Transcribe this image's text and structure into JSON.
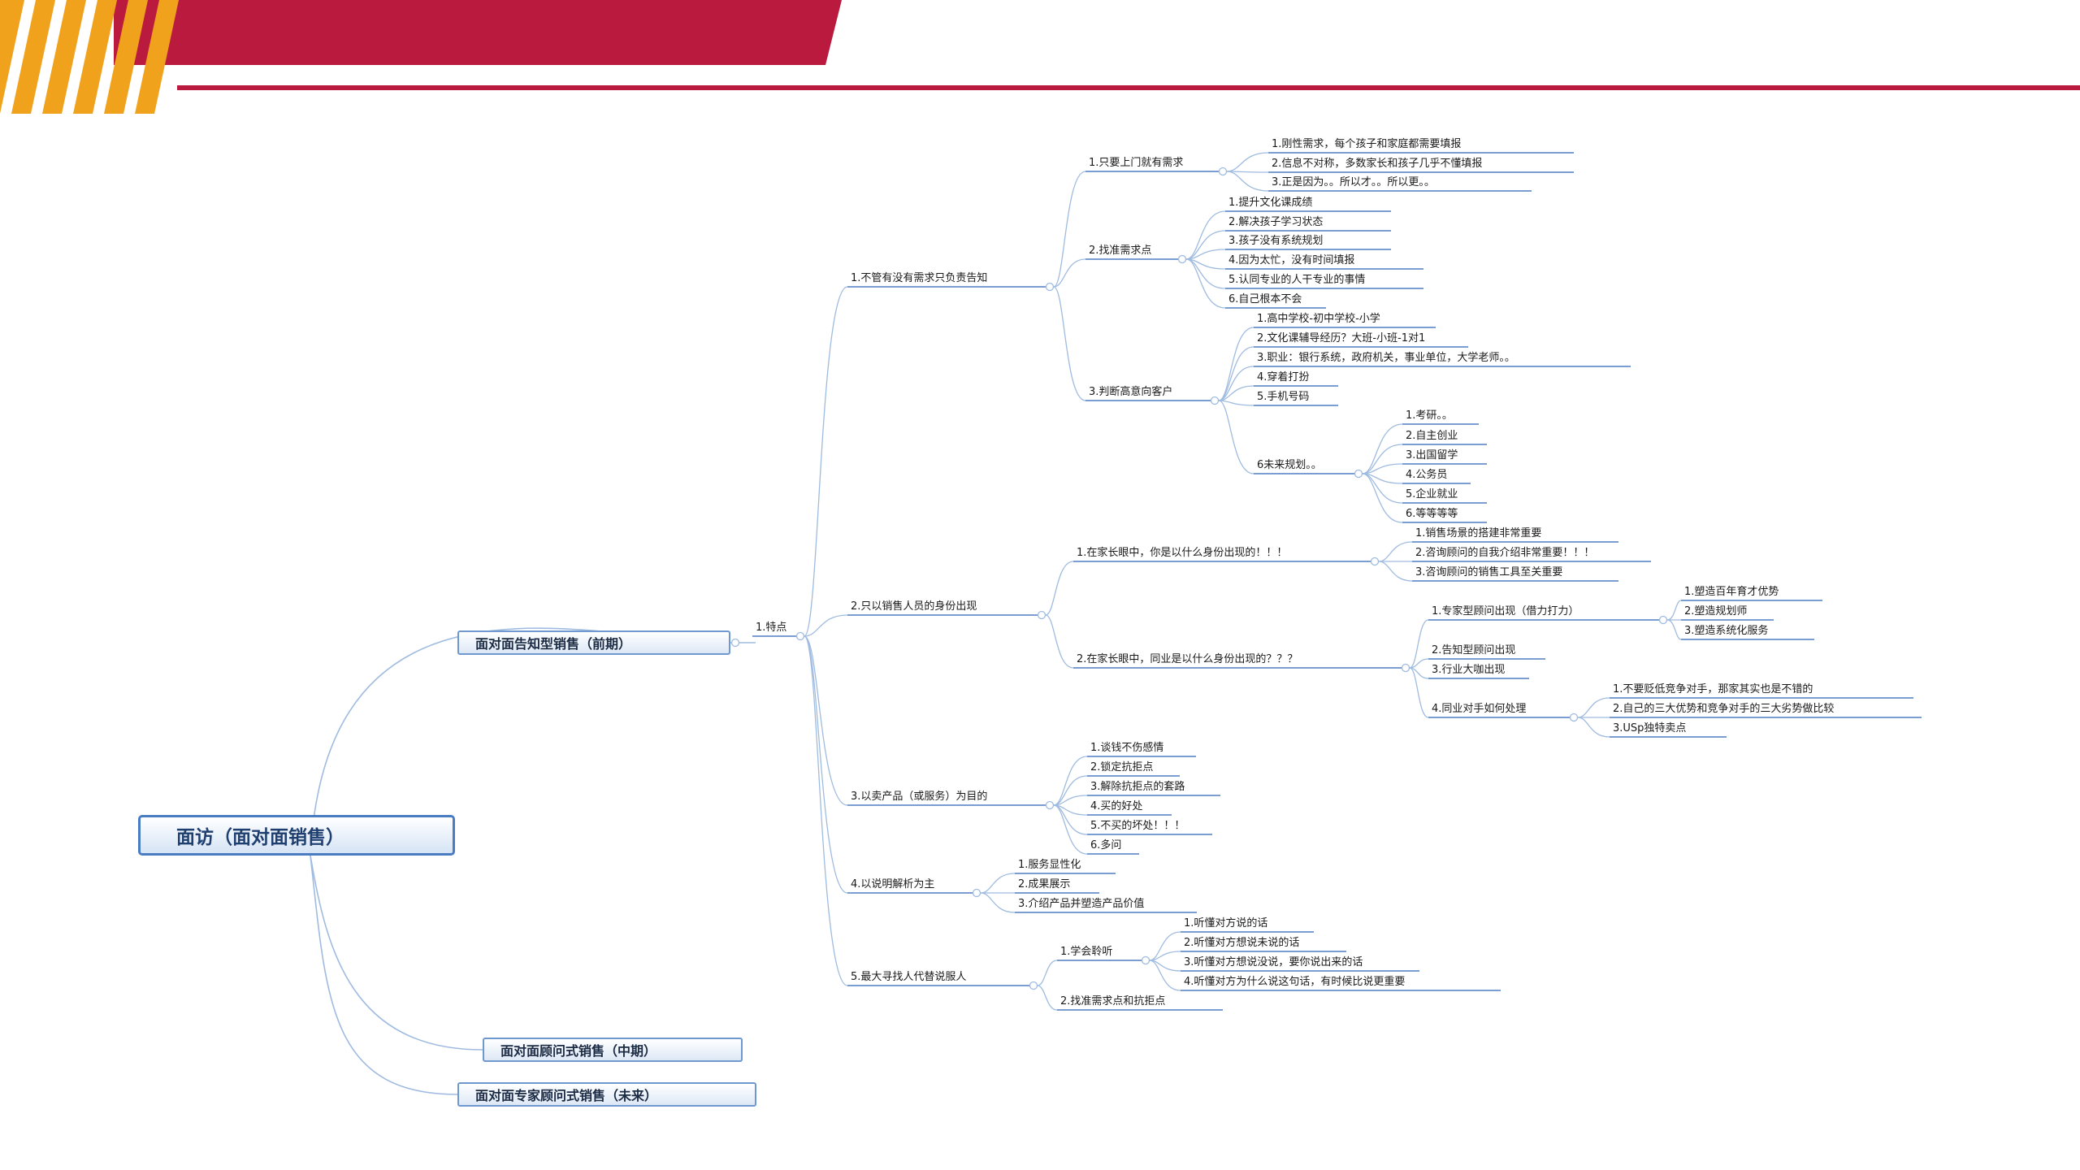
{
  "colors": {
    "stripe_orange": "#f1a21c",
    "header_red": "#bb1a3f",
    "line_blue": "#4f7fc3",
    "connector": "#9fbbe0"
  },
  "root": {
    "label": "面访（面对面销售）"
  },
  "branches": [
    {
      "label": "面对面告知型销售（前期）"
    },
    {
      "label": "面对面顾问式销售（中期）"
    },
    {
      "label": "面对面专家顾问式销售（未来）"
    }
  ],
  "texts": {
    "a0": "1.特点",
    "b1": "1.不管有没有需求只负责告知",
    "c1": "1.只要上门就有需求",
    "c1_1": "1.刚性需求，每个孩子和家庭都需要填报",
    "c1_2": "2.信息不对称，多数家长和孩子几乎不懂填报",
    "c1_3": "3.正是因为。。所以才。。所以更。。",
    "c2": "2.找准需求点",
    "c2_1": "1.提升文化课成绩",
    "c2_2": "2.解决孩子学习状态",
    "c2_3": "3.孩子没有系统规划",
    "c2_4": "4.因为太忙，没有时间填报",
    "c2_5": "5.认同专业的人干专业的事情",
    "c2_6": "6.自己根本不会",
    "c3": "3.判断高意向客户",
    "c3_1": "1.高中学校-初中学校-小学",
    "c3_2": "2.文化课辅导经历？大班-小班-1对1",
    "c3_3": "3.职业：银行系统，政府机关，事业单位，大学老师。。",
    "c3_4": "4.穿着打扮",
    "c3_5": "5.手机号码",
    "c3_6": "6未来规划。。",
    "c3_6_1": "1.考研。。",
    "c3_6_2": "2.自主创业",
    "c3_6_3": "3.出国留学",
    "c3_6_4": "4.公务员",
    "c3_6_5": "5.企业就业",
    "c3_6_6": "6.等等等等",
    "b2": "2.只以销售人员的身份出现",
    "d1": "1.在家长眼中，你是以什么身份出现的！！！",
    "d1_1": "1.销售场景的搭建非常重要",
    "d1_2": "2.咨询顾问的自我介绍非常重要！！！",
    "d1_3": "3.咨询顾问的销售工具至关重要",
    "d2": "2.在家长眼中，同业是以什么身份出现的？？？",
    "e1": "1.专家型顾问出现（借力打力）",
    "e1_1": "1.塑造百年育才优势",
    "e1_2": "2.塑造规划师",
    "e1_3": "3.塑造系统化服务",
    "e2": "2.告知型顾问出现",
    "e3": "3.行业大咖出现",
    "e4": "4.同业对手如何处理",
    "e4_1": "1.不要贬低竞争对手，那家其实也是不错的",
    "e4_2": "2.自己的三大优势和竞争对手的三大劣势做比较",
    "e4_3": "3.USp独特卖点",
    "b3": "3.以卖产品（或服务）为目的",
    "f1": "1.谈钱不伤感情",
    "f2": "2.锁定抗拒点",
    "f3": "3.解除抗拒点的套路",
    "f4": "4.买的好处",
    "f5": "5.不买的坏处！！！",
    "f6": "6.多问",
    "b4": "4.以说明解析为主",
    "g1": "1.服务显性化",
    "g2": "2.成果展示",
    "g3": "3.介绍产品并塑造产品价值",
    "b5": "5.最大寻找人代替说服人",
    "h1": "1.学会聆听",
    "h1_1": "1.听懂对方说的话",
    "h1_2": "2.听懂对方想说未说的话",
    "h1_3": "3.听懂对方想说没说，要你说出来的话",
    "h1_4": "4.听懂对方为什么说这句话，有时候比说更重要",
    "h2": "2.找准需求点和抗拒点"
  }
}
